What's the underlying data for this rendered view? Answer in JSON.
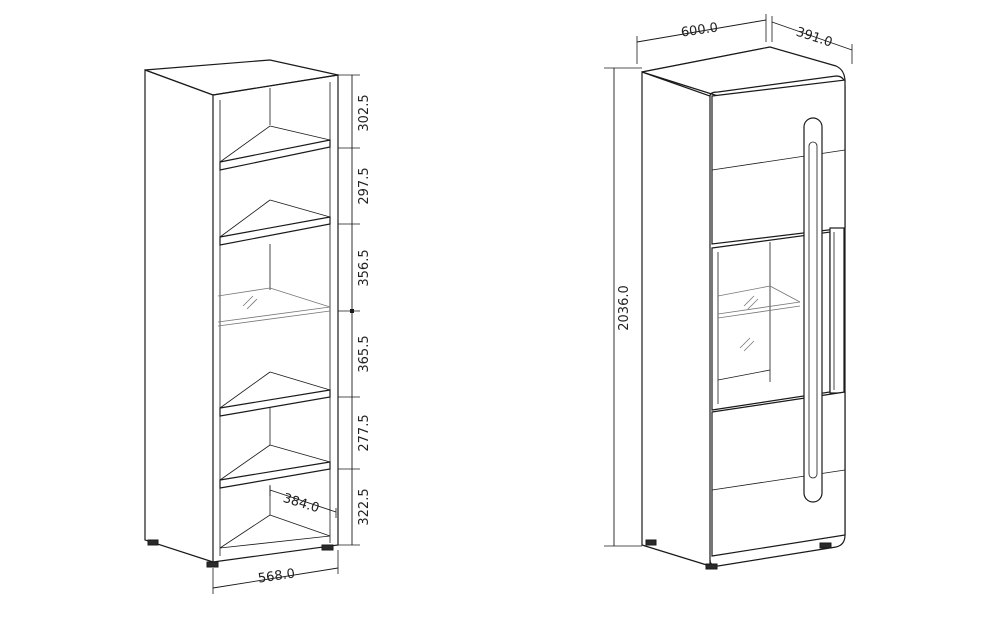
{
  "left_cabinet": {
    "width_label": "568.0",
    "depth_label": "384.0",
    "shelf_heights": [
      "302.5",
      "297.5",
      "356.5",
      "365.5",
      "277.5",
      "322.5"
    ]
  },
  "right_cabinet": {
    "width_label": "600.0",
    "depth_label": "391.0",
    "height_label": "2036.0"
  }
}
